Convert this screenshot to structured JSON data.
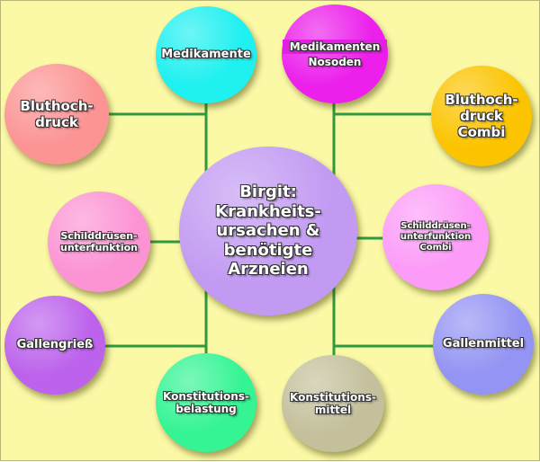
{
  "center": {
    "label": "Birgit:\nKrankheits-\nursachen &\nbenötigte\nArzneien",
    "color": "#c29af2"
  },
  "nodes": [
    {
      "id": "medikamente",
      "label": "Medikamente",
      "color": "#1ff0f0"
    },
    {
      "id": "medikamenten-nosoden",
      "label_top": "Medikamenten",
      "label_bottom": "Nosoden",
      "color": "#ec1fec"
    },
    {
      "id": "bluthochdruck",
      "label": "Bluthoch-\ndruck",
      "color": "#fc9494"
    },
    {
      "id": "bluthochdruck-combi",
      "label": "Bluthoch-\ndruck\nCombi",
      "color": "#fcc400"
    },
    {
      "id": "schilddruesen-unterfunktion",
      "label": "Schilddrüsen-\nunterfunktion",
      "color": "#fc94d4"
    },
    {
      "id": "schilddruesen-unterfunktion-combi",
      "label": "Schilddrüsen-\nunterfunktion\nCombi",
      "color": "#fc9cf8"
    },
    {
      "id": "gallengriess",
      "label": "Gallengrieß",
      "color": "#bc62ec"
    },
    {
      "id": "gallenmittel",
      "label": "Gallenmittel",
      "color": "#9494f4"
    },
    {
      "id": "konstitutionsbelastung",
      "label": "Konstitutions-\nbelastung",
      "color": "#34f494"
    },
    {
      "id": "konstitutionsmittel",
      "label": "Konstitutions-\nmittel",
      "color": "#c4c09c"
    }
  ],
  "colors": {
    "background": "#fbf9a6",
    "connector": "#2e9a3e",
    "label_text": "#ffffff"
  }
}
